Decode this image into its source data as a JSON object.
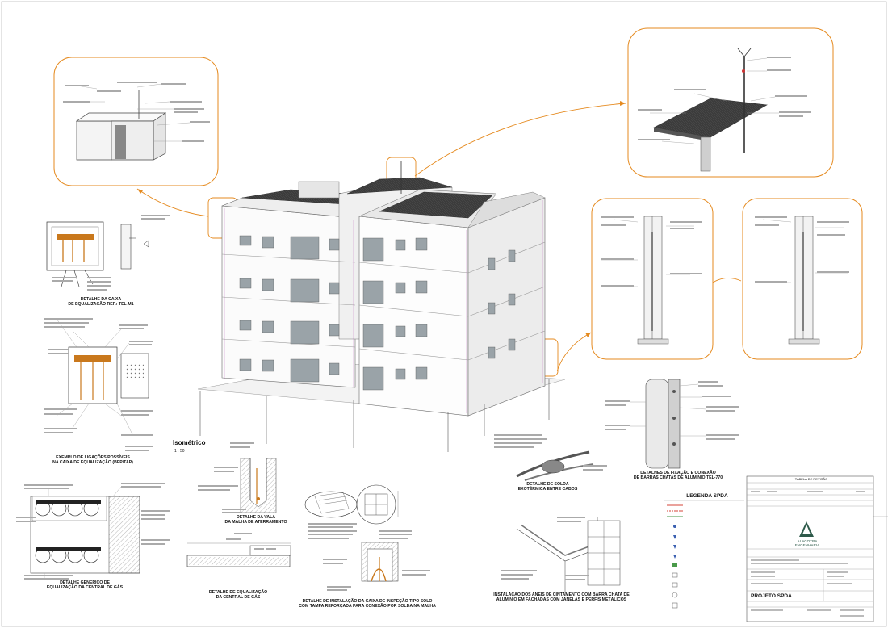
{
  "drawing": {
    "labels": {
      "equalization_box_ref": "DETALHE DA CAIXA\nDE EQUALIZAÇÃO REF.: TEL-M1",
      "connection_example": "EXEMPLO DE LIGAÇÕES POSSÍVEIS\nNA CAIXA DE EQUALIZAÇÃO (BEP/TAP)",
      "isometric": "Isométrico",
      "isometric_scale": "1 : 50",
      "trench_detail": "DETALHE DA VALA\nDA MALHA DE ATERRAMENTO",
      "gas_central_generic": "DETALHE GENÉRICO DE\nEQUALIZAÇÃO DA CENTRAL DE GÁS",
      "gas_central_equalization": "DETALHE DE EQUALIZAÇÃO\nDA CENTRAL DE GÁS",
      "inspection_box": "DETALHE DE INSTALAÇÃO DA CAIXA DE INSPEÇÃO TIPO SOLO\nCOM TAMPA REFORÇADA PARA CONEXÃO POR SOLDA NA MALHA",
      "exothermic_weld": "DETALHE DE SOLDA\nEXOTÉRMICA ENTRE CABOS",
      "ring_installation": "INSTALAÇÃO DOS ANÉIS DE CINTAMENTO COM BARRA CHATA DE\nALUMÍNIO EM FACHADAS COM JANELAS E PERFIS METÁLICOS",
      "flat_bar_fixing": "DETALHES DE FIXAÇÃO E CONEXÃO\nDE BARRAS CHATAS DE ALUMÍNIO TEL-770"
    },
    "legend": {
      "title": "LEGENDA SPDA"
    },
    "title_block": {
      "revision_table": "TABELA DE REVISÃO",
      "company": "ALACOTRA\nENGENHARIA",
      "project": "PROJETO SPDA"
    },
    "colors": {
      "callout": "#e58a1f",
      "line": "#555555",
      "roof": "#3a3a3a",
      "copper": "#c9781c",
      "legend_red": "#d4463a",
      "legend_green": "#4a9a4a",
      "legend_blue": "#3a5fb0"
    }
  }
}
